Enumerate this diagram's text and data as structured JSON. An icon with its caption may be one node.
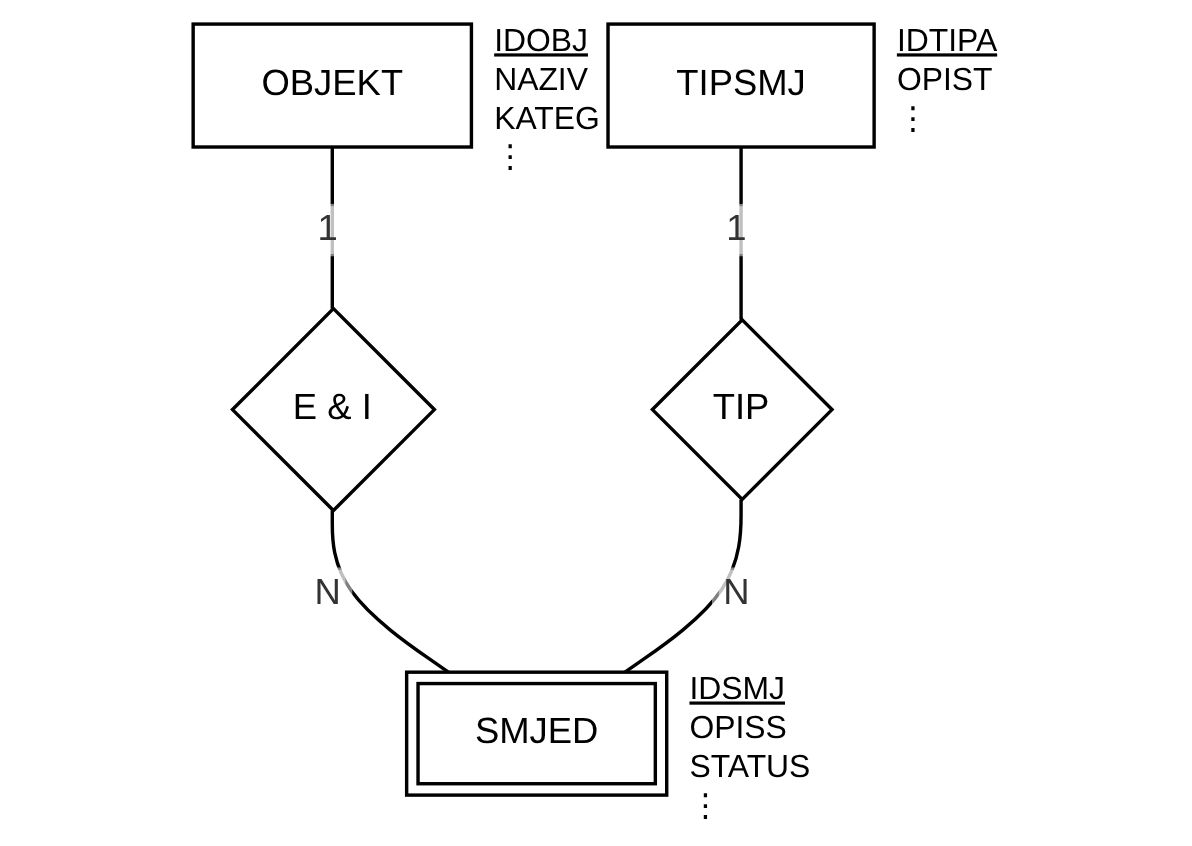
{
  "diagram": {
    "nodes": [
      {
        "text": [
          "OBJEKT"
        ],
        "beside": [
          "IDOBJ",
          "NAZIV",
          "KATEG",
          "⋮"
        ]
      },
      {
        "text": [
          "E & I"
        ]
      },
      {
        "text": [
          "TIPSMJ"
        ],
        "beside": [
          "IDTIPA",
          "OPIST",
          "⋮"
        ]
      },
      {
        "text": [
          "TIP"
        ]
      },
      {
        "text": [
          "SMJED"
        ],
        "beside": [
          "IDSMJ",
          "OPISS",
          "STATUS",
          "⋮"
        ]
      }
    ],
    "edges": [
      {
        "from": 0,
        "to": 1,
        "arrow": "none",
        "label": "1"
      },
      {
        "from": 1,
        "to": 4,
        "arrow": "none",
        "label": "N"
      },
      {
        "from": 2,
        "to": 3,
        "arrow": "none",
        "label": "1"
      },
      {
        "from": 3,
        "to": 4,
        "arrow": "none",
        "label": "N"
      }
    ]
  }
}
